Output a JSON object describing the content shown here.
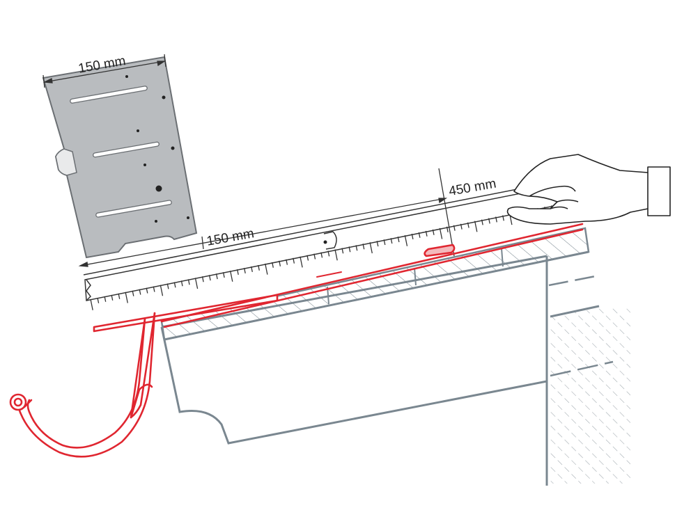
{
  "diagram": {
    "dimensions": {
      "template_width": "150 mm",
      "gutter_to_fold": "150 mm",
      "fold_distance": "450 mm"
    },
    "colors": {
      "gutter_red": "#e02630",
      "structure_gray": "#7a8790",
      "template_fill": "#b9bcbf",
      "template_edge": "#6b6f73",
      "ink": "#222222"
    },
    "icons": {
      "hand": "hand-icon",
      "rafter_cross_section": "hatched-wall-icon"
    }
  }
}
